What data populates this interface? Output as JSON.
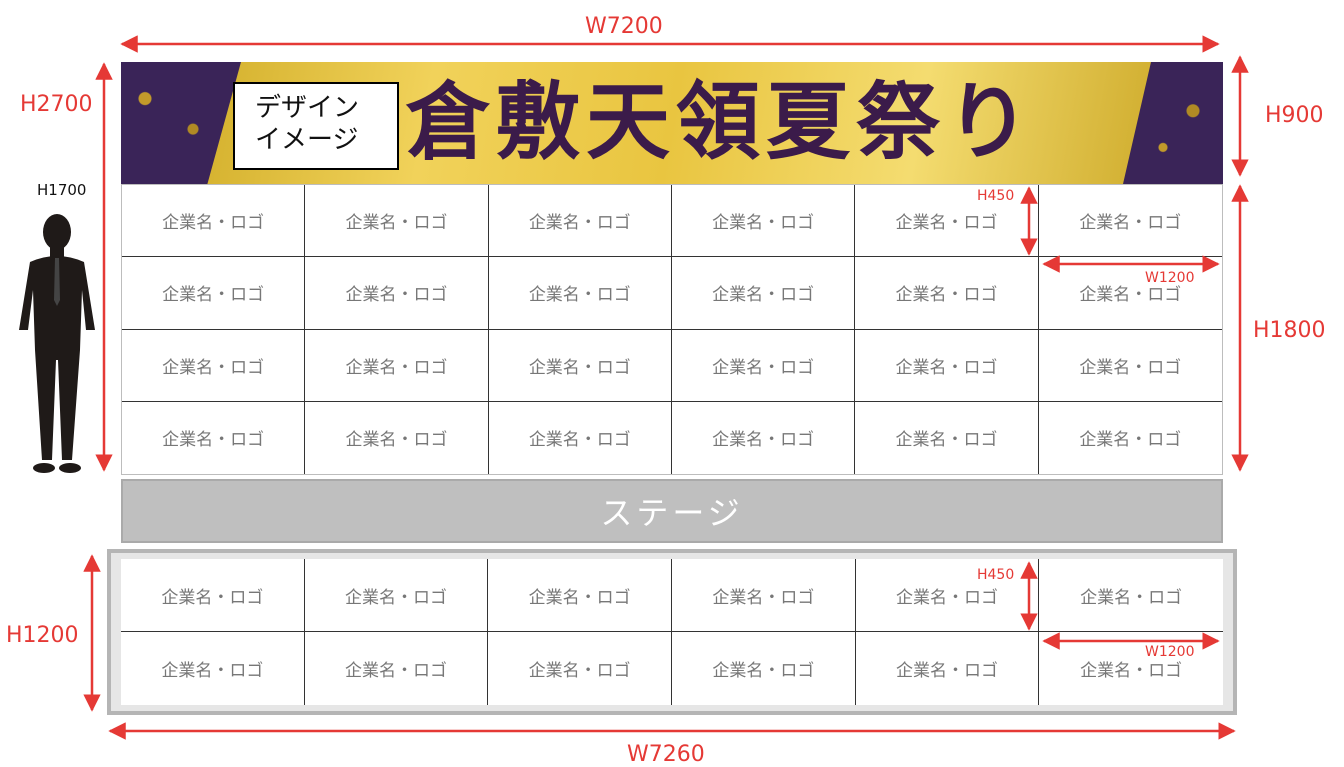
{
  "banner": {
    "title": "倉敷天領夏祭り",
    "design_note": "デザイン\nイメージ"
  },
  "stage_label": "ステージ",
  "cell_label": "企業名・ロゴ",
  "dimensions": {
    "top_width": "W7200",
    "bottom_width": "W7260",
    "left_height_top": "H2700",
    "left_height_bottom": "H1200",
    "banner_height": "H900",
    "grid_height": "H1800",
    "person_height": "H1700",
    "cell_height": "H450",
    "cell_width": "W1200"
  },
  "colors": {
    "dimension": "#e53935",
    "banner_text": "#3b1b4a",
    "banner_dark": "#3a2458"
  }
}
